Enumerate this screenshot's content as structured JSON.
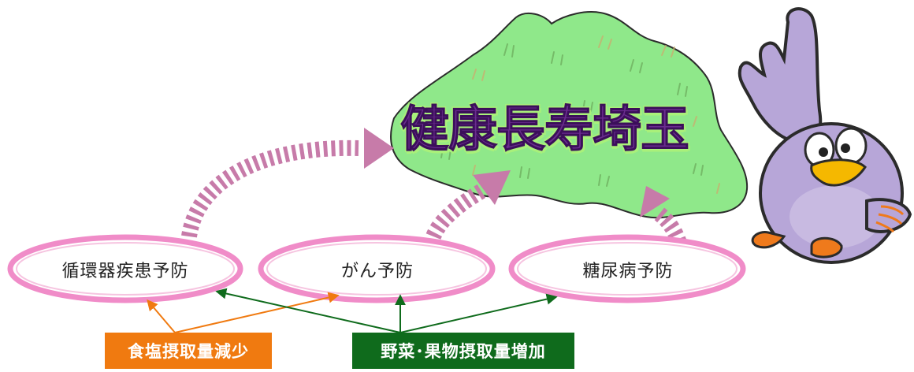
{
  "title": "健康長寿埼玉",
  "ovals": [
    {
      "label": "循環器疾患予防"
    },
    {
      "label": "がん予防"
    },
    {
      "label": "糖尿病予防"
    }
  ],
  "boxes": [
    {
      "label": "食塩摂取量減少",
      "color": "#f07a10"
    },
    {
      "label": "野菜･果物摂取量増加",
      "color": "#0f6b1c"
    }
  ],
  "colors": {
    "map_fill": "#8fe88a",
    "oval_ring": "#f08cc8",
    "dashed_arrow": "#c77ba9",
    "mascot_body": "#b7a6d8",
    "mascot_beak": "#f5b800",
    "mascot_feet": "#ef7a1c"
  }
}
